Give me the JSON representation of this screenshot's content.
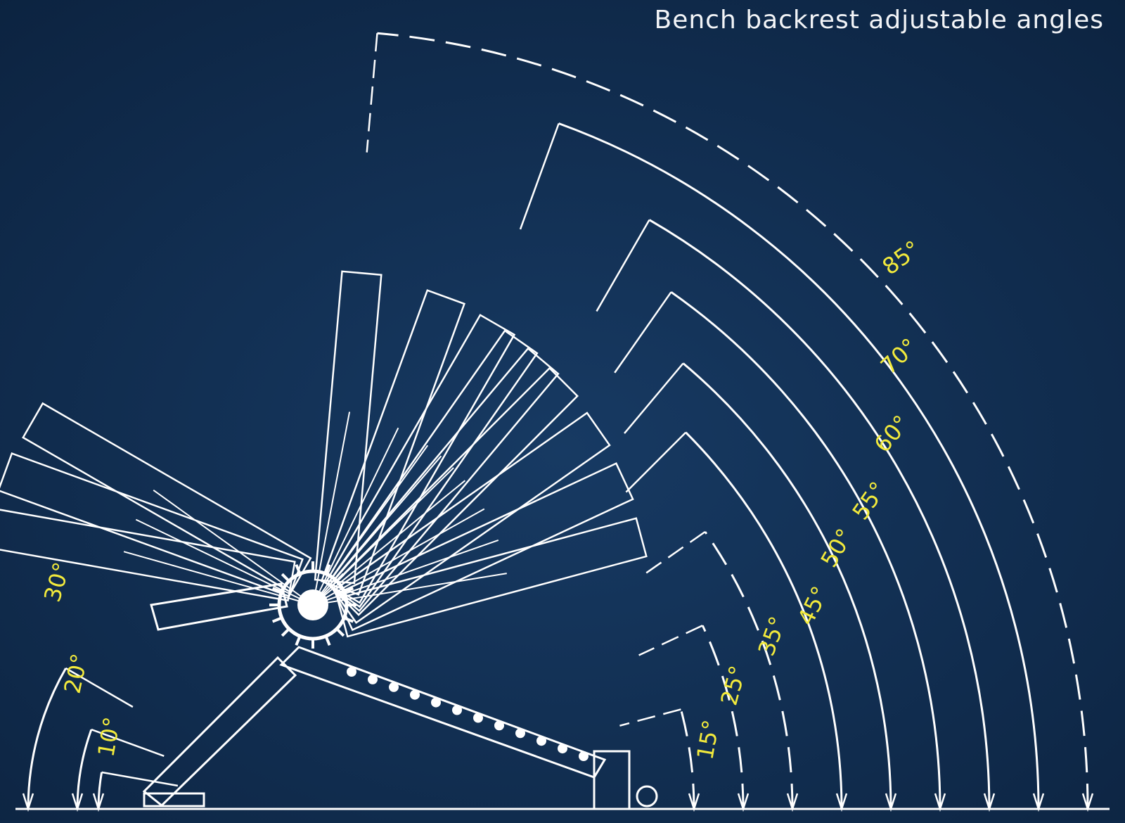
{
  "title": "Bench backrest adjustable angles",
  "colors": {
    "background": "#0f2a4a",
    "line": "#ffffff",
    "label": "#f2ea3c",
    "title": "#f2f4f7"
  },
  "decline_angles": [
    {
      "label": "10°",
      "deg": 10
    },
    {
      "label": "20°",
      "deg": 20
    },
    {
      "label": "30°",
      "deg": 30
    }
  ],
  "incline_angles": [
    {
      "label": "15°",
      "deg": 15,
      "dashed": true
    },
    {
      "label": "25°",
      "deg": 25,
      "dashed": true
    },
    {
      "label": "35°",
      "deg": 35,
      "dashed": true
    },
    {
      "label": "45°",
      "deg": 45,
      "dashed": false
    },
    {
      "label": "50°",
      "deg": 50,
      "dashed": false
    },
    {
      "label": "55°",
      "deg": 55,
      "dashed": false
    },
    {
      "label": "60°",
      "deg": 60,
      "dashed": false
    },
    {
      "label": "70°",
      "deg": 70,
      "dashed": false
    },
    {
      "label": "85°",
      "deg": 85,
      "dashed": true
    }
  ]
}
